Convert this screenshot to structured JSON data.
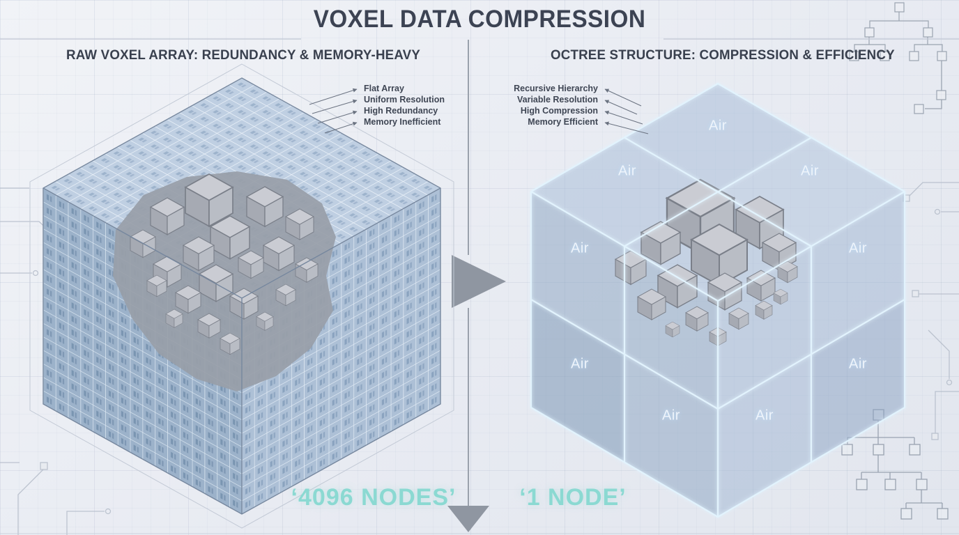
{
  "title": "VOXEL DATA COMPRESSION",
  "left_panel": {
    "heading": "RAW VOXEL ARRAY: REDUNDANCY & MEMORY-HEAVY",
    "annotations": [
      "Flat Array",
      "Uniform Resolution",
      "High Redundancy",
      "Memory Inefficient"
    ],
    "caption": "‘4096 NODES’"
  },
  "right_panel": {
    "heading": "OCTREE STRUCTURE: COMPRESSION & EFFICIENCY",
    "annotations": [
      "Recursive Hierarchy",
      "Variable Resolution",
      "High Compression",
      "Memory Efficient"
    ],
    "air_label": "Air",
    "caption": "‘1 NODE’"
  },
  "colors": {
    "accent_teal": "#8bd9d2",
    "heading_text": "#39404e",
    "air_text": "#eef4fb",
    "divider_gray": "#98a0ab",
    "voxel_blue": "#9cb2ca",
    "rock_gray": "#a6aab3"
  }
}
